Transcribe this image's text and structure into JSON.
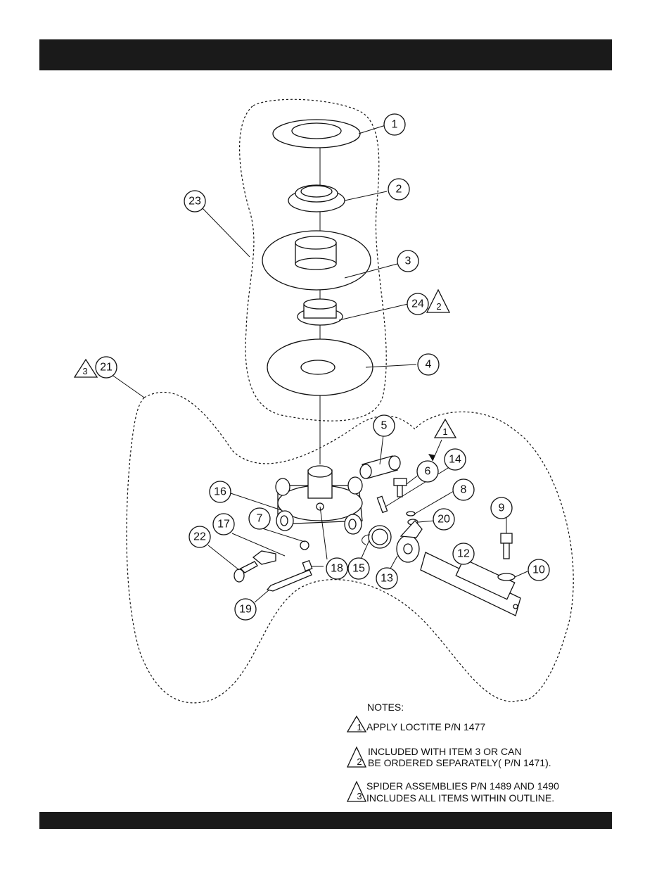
{
  "diagram": {
    "callouts": [
      {
        "id": "c1",
        "label": "1"
      },
      {
        "id": "c2",
        "label": "2"
      },
      {
        "id": "c3",
        "label": "3"
      },
      {
        "id": "c4",
        "label": "4"
      },
      {
        "id": "c5",
        "label": "5"
      },
      {
        "id": "c6",
        "label": "6"
      },
      {
        "id": "c7",
        "label": "7"
      },
      {
        "id": "c8",
        "label": "8"
      },
      {
        "id": "c9",
        "label": "9"
      },
      {
        "id": "c10",
        "label": "10"
      },
      {
        "id": "c12",
        "label": "12"
      },
      {
        "id": "c13",
        "label": "13"
      },
      {
        "id": "c14",
        "label": "14"
      },
      {
        "id": "c15",
        "label": "15"
      },
      {
        "id": "c16",
        "label": "16"
      },
      {
        "id": "c17",
        "label": "17"
      },
      {
        "id": "c18",
        "label": "18"
      },
      {
        "id": "c19",
        "label": "19"
      },
      {
        "id": "c20",
        "label": "20"
      },
      {
        "id": "c21",
        "label": "21"
      },
      {
        "id": "c22",
        "label": "22"
      },
      {
        "id": "c23",
        "label": "23"
      },
      {
        "id": "c24",
        "label": "24"
      }
    ],
    "note_markers": {
      "m1": "1",
      "m2": "2",
      "m3": "3"
    }
  },
  "notes": {
    "heading": "NOTES:",
    "items": [
      {
        "marker": "1",
        "lines": [
          "APPLY LOCTITE  P/N 1477"
        ]
      },
      {
        "marker": "2",
        "lines": [
          "INCLUDED WITH  ITEM 3 OR CAN",
          "BE ORDERED SEPARATELY( P/N 1471)."
        ]
      },
      {
        "marker": "3",
        "lines": [
          "SPIDER ASSEMBLIES P/N 1489 AND 1490",
          "INCLUDES ALL ITEMS WITHIN OUTLINE."
        ]
      }
    ]
  }
}
